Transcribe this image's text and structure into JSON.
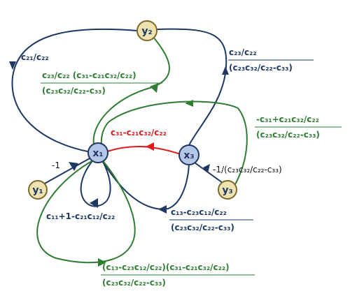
{
  "nodes": {
    "x1": "x₁",
    "x3": "x₃",
    "y1": "y₁",
    "y2": "y₂",
    "y3": "y₃"
  },
  "labels": {
    "y2_to_x1": "c₂₁/c₂₂",
    "y2_to_x3_num": "c₂₃/c₂₂",
    "y2_to_x3_den": "(c₂₃c₃₂/c₂₂-c₃₃)",
    "y2_to_x1_green_num": "c₂₃/c₂₂ (c₃₁-c₂₁c₃₂/c₂₂)",
    "y2_to_x1_green_den": "(c₂₃c₃₂/c₂₂-c₃₃)",
    "x3_to_x1": "c₃₁-c₂₁c₃₂/c₂₂",
    "y3_to_x1_num": "-c₃₁+c₂₁c₃₂/c₂₂",
    "y3_to_x1_den": "(c₂₃c₃₂/c₂₂-c₃₃)",
    "y1_to_x1": "-1",
    "y3_to_x3": "-1/(c₂₃c₃₂/c₂₂-c₃₃)",
    "x1_self": "c₁₁+1-c₂₁c₁₂/c₂₂",
    "x1_to_x3_num": "c₁₃-c₂₃c₁₂/c₂₂",
    "x1_to_x3_den": "(c₂₃c₃₂/c₂₂-c₃₃)",
    "x1_green_self_num": "(c₁₃-c₂₃c₁₂/c₂₂)(c₃₁-c₂₁c₃₂/c₂₂)",
    "x1_green_self_den": "(c₂₃c₃₂/c₂₂-c₃₃)"
  },
  "colors": {
    "navy": "#1f3763",
    "green": "#2e7d32",
    "red": "#e01b1b",
    "node_fill_x": "#b4c7e7",
    "node_fill_y": "#ede2b0"
  }
}
